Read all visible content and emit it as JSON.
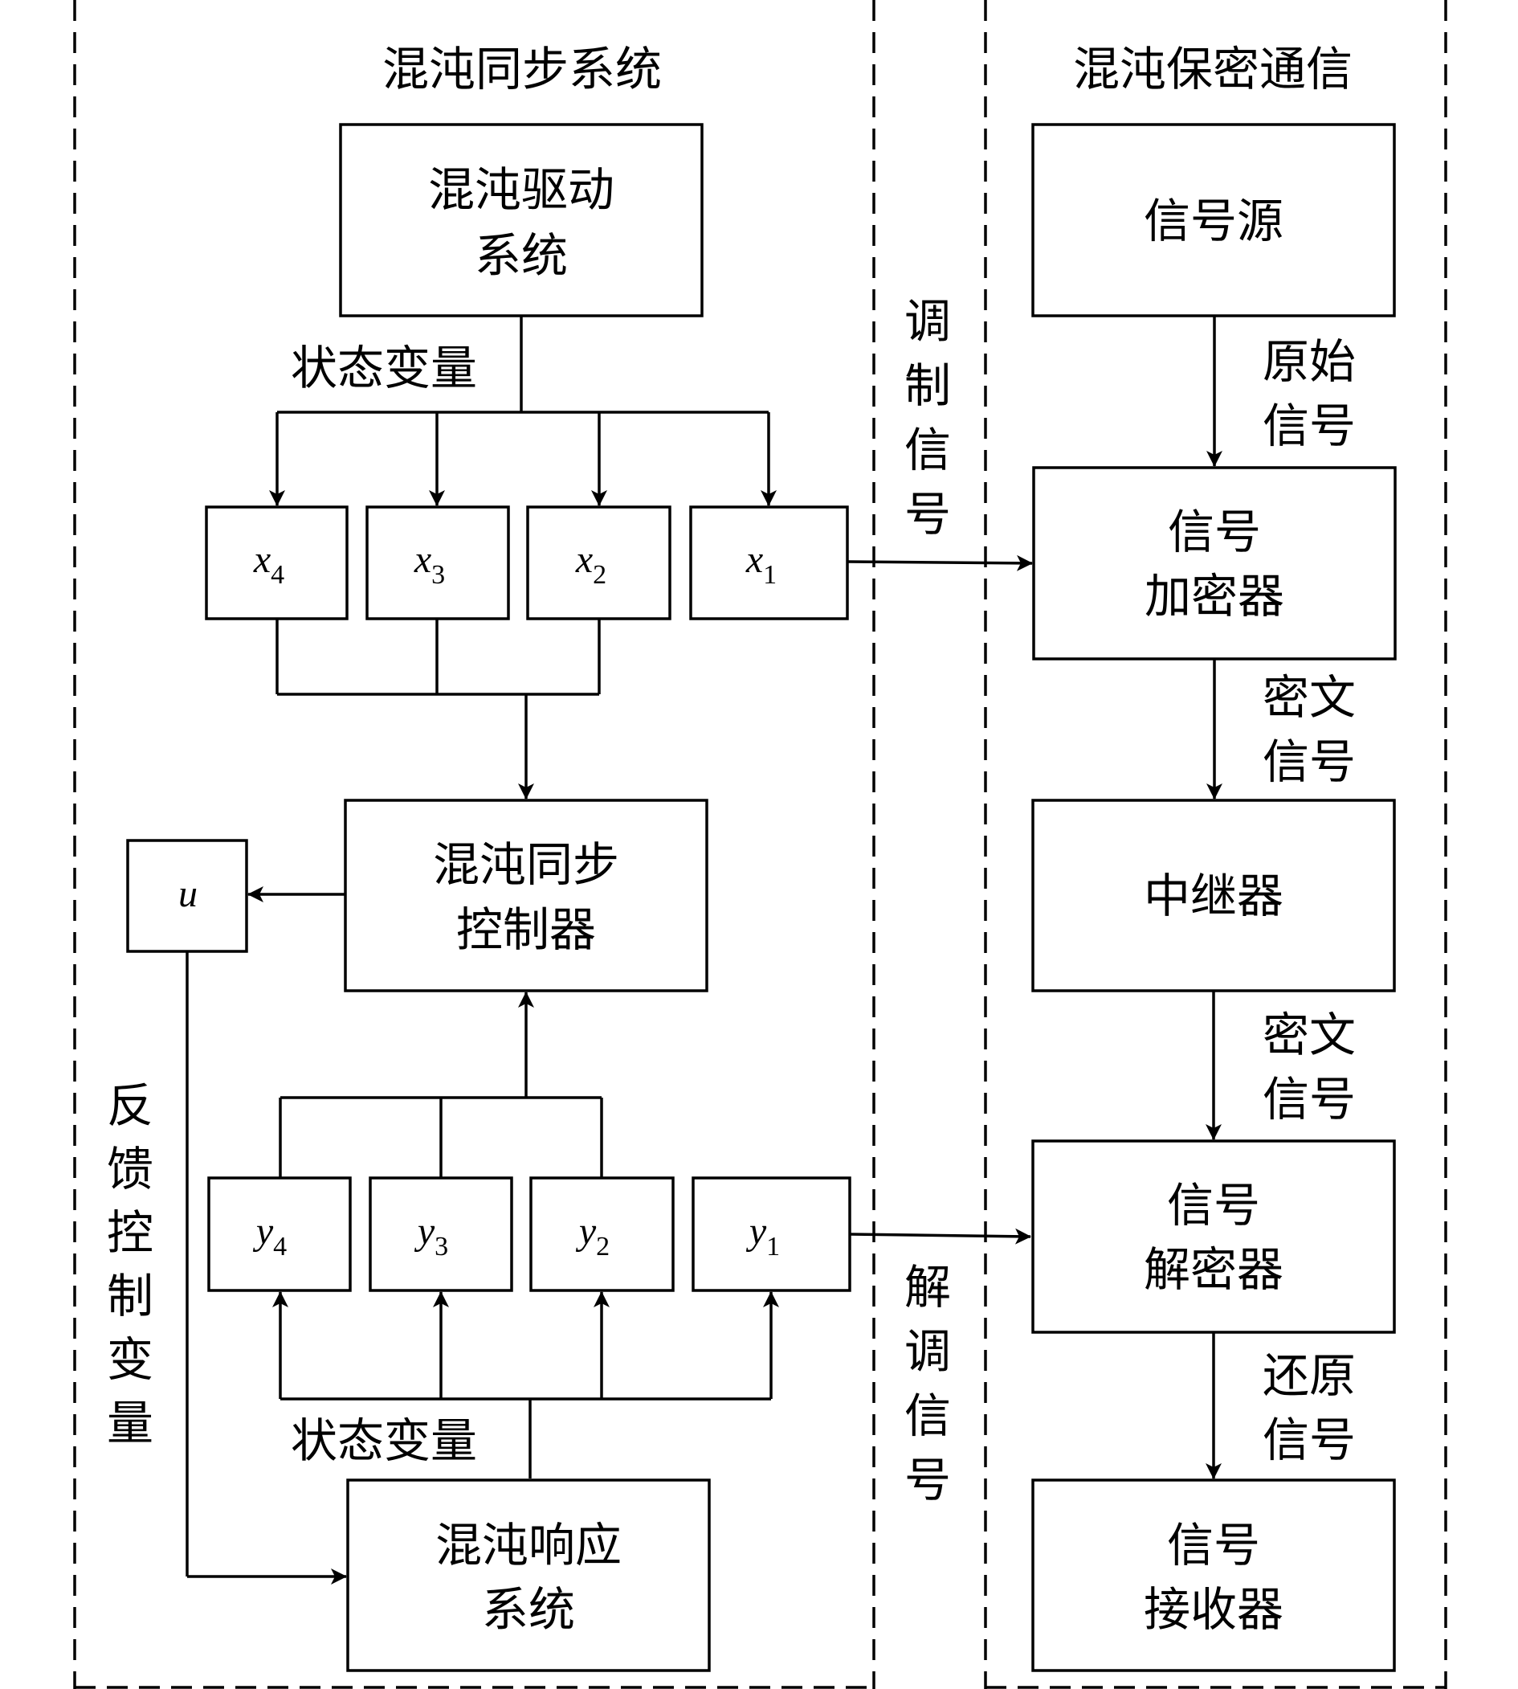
{
  "panels": {
    "left_title": "混沌同步系统",
    "right_title": "混沌保密通信"
  },
  "blocks": {
    "drive": [
      "混沌驱动",
      "系统"
    ],
    "controller": [
      "混沌同步",
      "控制器"
    ],
    "response": [
      "混沌响应",
      "系统"
    ],
    "u": "u",
    "x_vars": [
      {
        "base": "x",
        "sub": "4"
      },
      {
        "base": "x",
        "sub": "3"
      },
      {
        "base": "x",
        "sub": "2"
      },
      {
        "base": "x",
        "sub": "1"
      }
    ],
    "y_vars": [
      {
        "base": "y",
        "sub": "4"
      },
      {
        "base": "y",
        "sub": "3"
      },
      {
        "base": "y",
        "sub": "2"
      },
      {
        "base": "y",
        "sub": "1"
      }
    ],
    "source": [
      "信号源"
    ],
    "encryptor": [
      "信号",
      "加密器"
    ],
    "relay": [
      "中继器"
    ],
    "decryptor": [
      "信号",
      "解密器"
    ],
    "receiver": [
      "信号",
      "接收器"
    ]
  },
  "edge_labels": {
    "state_var_top": "状态变量",
    "state_var_bottom": "状态变量",
    "modulation": [
      "调",
      "制",
      "信",
      "号"
    ],
    "demodulation": [
      "解",
      "调",
      "信",
      "号"
    ],
    "feedback": [
      "反",
      "馈",
      "控",
      "制",
      "变",
      "量"
    ],
    "original": [
      "原始",
      "信号"
    ],
    "cipher1": [
      "密文",
      "信号"
    ],
    "cipher2": [
      "密文",
      "信号"
    ],
    "restored": [
      "还原",
      "信号"
    ]
  }
}
